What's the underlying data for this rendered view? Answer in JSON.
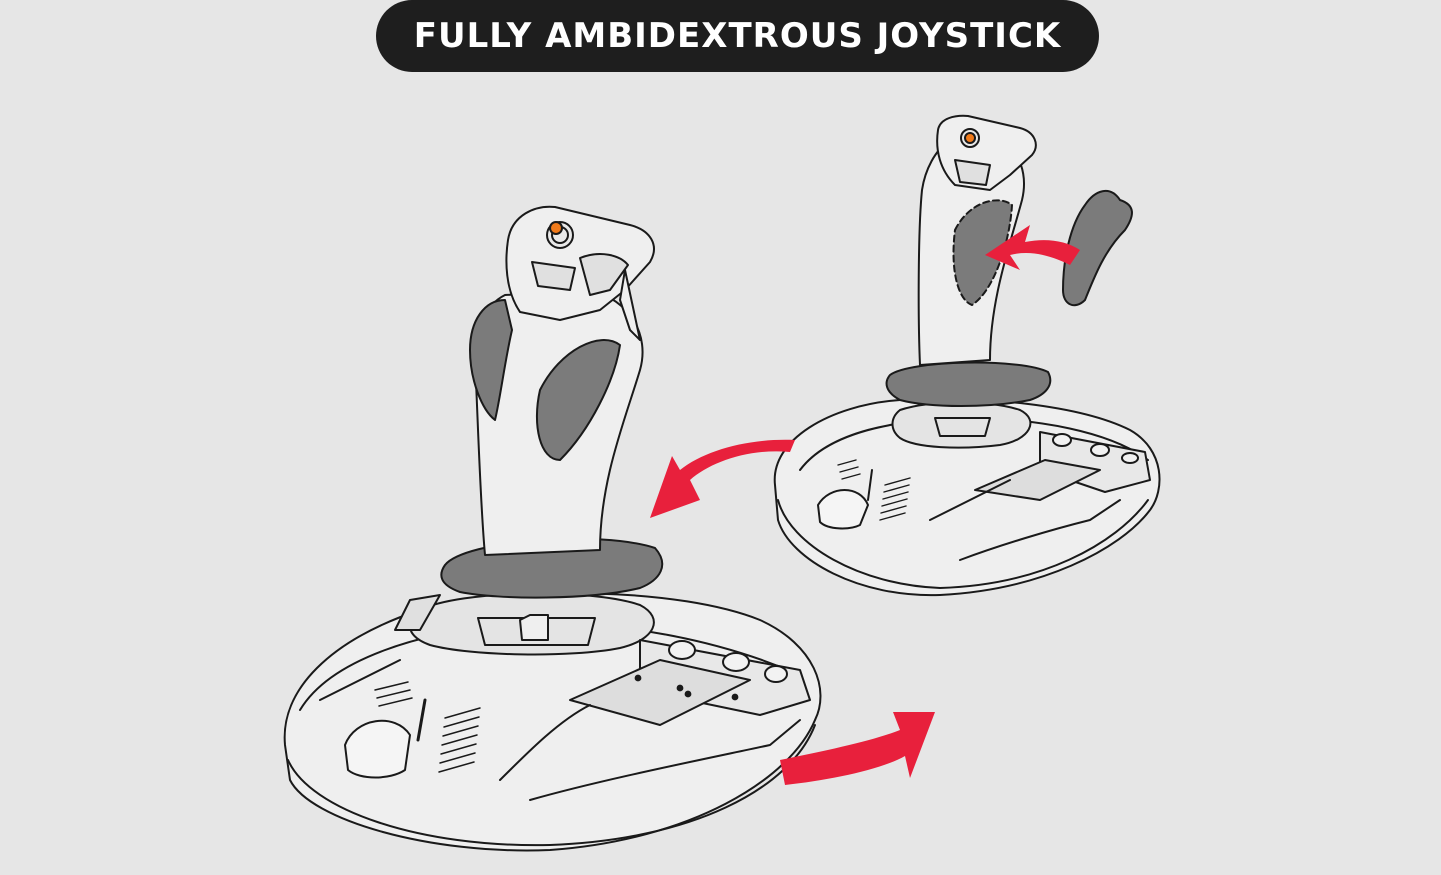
{
  "title": "FULLY AMBIDEXTROUS JOYSTICK",
  "colors": {
    "background": "#e6e6e6",
    "pill": "#1e1e1e",
    "pill_text": "#ffffff",
    "arrow": "#e8203c",
    "outline": "#1a1a1a",
    "body_fill": "#efefef",
    "grip_fill": "#7b7b7b",
    "button_accent": "#f07a1a"
  },
  "icons": {
    "large_joystick": "joystick-illustration",
    "small_joystick": "joystick-illustration",
    "rotate_arrow_left": "curved-arrow-left-icon",
    "rotate_arrow_right": "curved-arrow-right-icon",
    "insert_arrow": "arrow-insert-icon",
    "side_panel": "removable-grip-panel"
  }
}
